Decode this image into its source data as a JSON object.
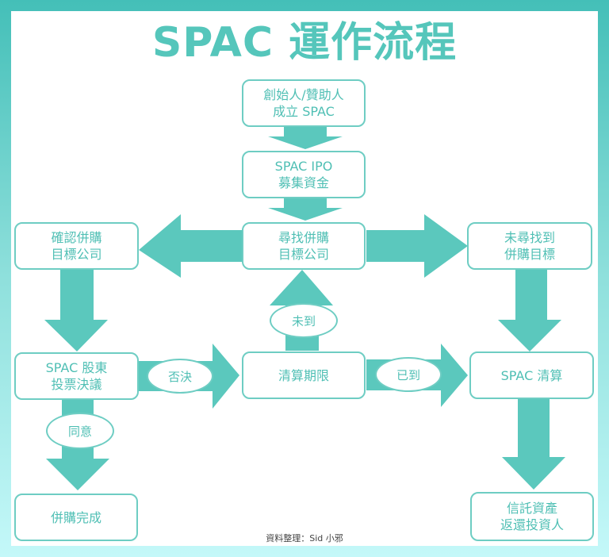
{
  "title": "SPAC 運作流程",
  "colors": {
    "accent": "#55c6bb",
    "arrow": "#5bc8bd",
    "frame_top": "#44bfb8",
    "frame_bottom": "#c4f8f9"
  },
  "nodes": {
    "founders": "創始人/贊助人\n成立 SPAC",
    "ipo": "SPAC IPO\n募集資金",
    "search": "尋找併購\n目標公司",
    "confirm": "確認併購\n目標公司",
    "not_found": "未尋找到\n併購目標",
    "vote": "SPAC 股東\n投票決議",
    "deadline": "清算期限",
    "liquidate": "SPAC 清算",
    "complete": "併購完成",
    "return": "信託資產\n返還投資人"
  },
  "edge_labels": {
    "not_reached": "未到",
    "rejected": "否決",
    "reached": "已到",
    "approved": "同意"
  },
  "credit": "資料整理：Sid 小邪"
}
